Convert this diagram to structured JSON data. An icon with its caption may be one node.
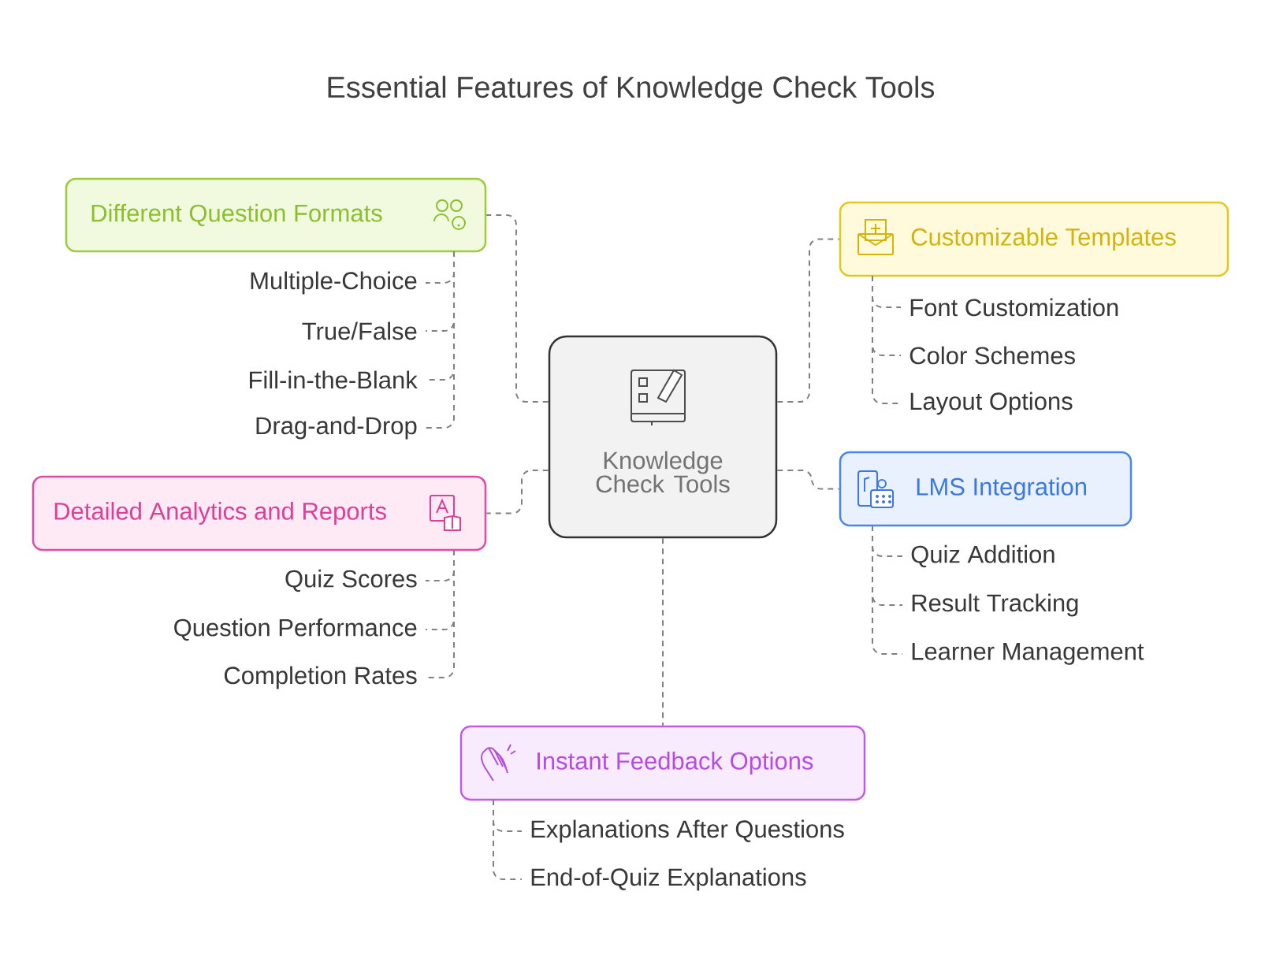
{
  "diagram": {
    "title": "Essential Features of Knowledge Check Tools",
    "nodes": [
      {
        "text": [
          "Knowledge Check Tools"
        ]
      },
      {
        "text": [
          "Different Question Formats"
        ]
      },
      {
        "text": [
          "Multiple-Choice"
        ]
      },
      {
        "text": [
          "True/False"
        ]
      },
      {
        "text": [
          "Fill-in-the-Blank"
        ]
      },
      {
        "text": [
          "Drag-and-Drop"
        ]
      },
      {
        "text": [
          "Customizable Templates"
        ]
      },
      {
        "text": [
          "Font Customization"
        ]
      },
      {
        "text": [
          "Color Schemes"
        ]
      },
      {
        "text": [
          "Layout Options"
        ]
      },
      {
        "text": [
          "Detailed Analytics and Reports"
        ]
      },
      {
        "text": [
          "Quiz Scores"
        ]
      },
      {
        "text": [
          "Question Performance"
        ]
      },
      {
        "text": [
          "Completion Rates"
        ]
      },
      {
        "text": [
          "LMS Integration"
        ]
      },
      {
        "text": [
          "Quiz Addition"
        ]
      },
      {
        "text": [
          "Result Tracking"
        ]
      },
      {
        "text": [
          "Learner Management"
        ]
      },
      {
        "text": [
          "Instant Feedback Options"
        ]
      },
      {
        "text": [
          "Explanations After Questions"
        ]
      },
      {
        "text": [
          "End-of-Quiz Explanations"
        ]
      }
    ],
    "edges": [
      {
        "from": 0,
        "to": 1,
        "arrow": "none"
      },
      {
        "from": 0,
        "to": 6,
        "arrow": "none"
      },
      {
        "from": 0,
        "to": 10,
        "arrow": "none"
      },
      {
        "from": 0,
        "to": 14,
        "arrow": "none"
      },
      {
        "from": 0,
        "to": 18,
        "arrow": "none"
      },
      {
        "from": 1,
        "to": 2,
        "arrow": "none"
      },
      {
        "from": 1,
        "to": 3,
        "arrow": "none"
      },
      {
        "from": 1,
        "to": 4,
        "arrow": "none"
      },
      {
        "from": 1,
        "to": 5,
        "arrow": "none"
      },
      {
        "from": 6,
        "to": 7,
        "arrow": "none"
      },
      {
        "from": 6,
        "to": 8,
        "arrow": "none"
      },
      {
        "from": 6,
        "to": 9,
        "arrow": "none"
      },
      {
        "from": 10,
        "to": 11,
        "arrow": "none"
      },
      {
        "from": 10,
        "to": 12,
        "arrow": "none"
      },
      {
        "from": 10,
        "to": 13,
        "arrow": "none"
      },
      {
        "from": 14,
        "to": 15,
        "arrow": "none"
      },
      {
        "from": 14,
        "to": 16,
        "arrow": "none"
      },
      {
        "from": 14,
        "to": 17,
        "arrow": "none"
      },
      {
        "from": 18,
        "to": 19,
        "arrow": "none"
      },
      {
        "from": 18,
        "to": 20,
        "arrow": "none"
      }
    ]
  }
}
